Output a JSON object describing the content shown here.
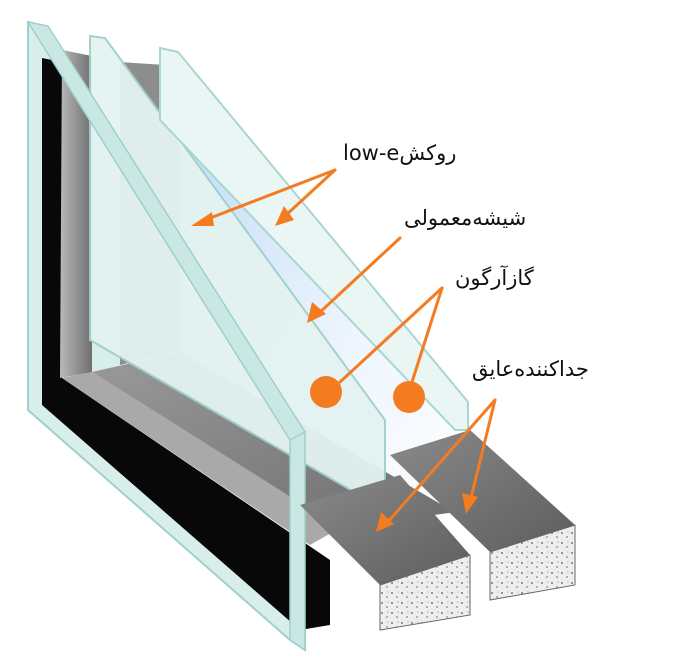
{
  "labels": {
    "low_e_coating": "روکشlow-e",
    "ordinary_glass": "شیشه‌معمولی",
    "argon_gas": "گاز‌آرگون",
    "insulating_spacer": "جداکننده‌عایق"
  },
  "colors": {
    "accent_orange": "#f47b20",
    "glass_edge": "#cfe9e6",
    "glass_pane": "#e6f0fa",
    "frame_dark": "#0a0a0a",
    "frame_gray": "#8f8f8f",
    "spacer_gray": "#777777"
  }
}
